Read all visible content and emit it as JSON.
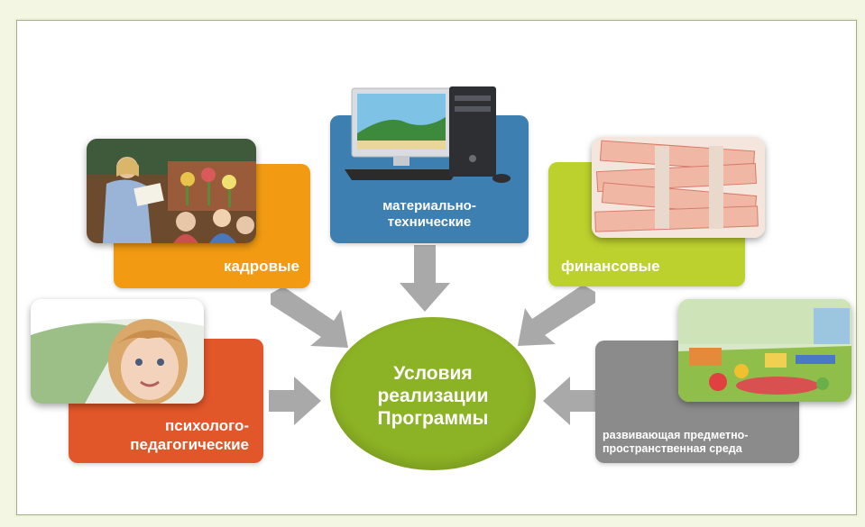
{
  "diagram": {
    "center": {
      "label": "Условия\nреализации\nПрограммы",
      "color": "#8cb225"
    },
    "boxes": {
      "staffing": {
        "label": "кадровые",
        "color": "#f29b12",
        "photo_icon": "teacher-reading-photo"
      },
      "technical": {
        "label": "материально-\nтехнические",
        "color": "#3d7fb0",
        "photo_icon": "computer-photo"
      },
      "financial": {
        "label": "финансовые",
        "color": "#bcd02e",
        "photo_icon": "money-bundles-photo"
      },
      "psych": {
        "label": "психолого-\nпедагогические",
        "color": "#e2572a",
        "photo_icon": "child-photo"
      },
      "environment": {
        "label": "развивающая предметно-\nпространственная среда",
        "color": "#8b8b8b",
        "photo_icon": "playroom-photo"
      }
    },
    "arrow_color": "#a9a9a9"
  }
}
